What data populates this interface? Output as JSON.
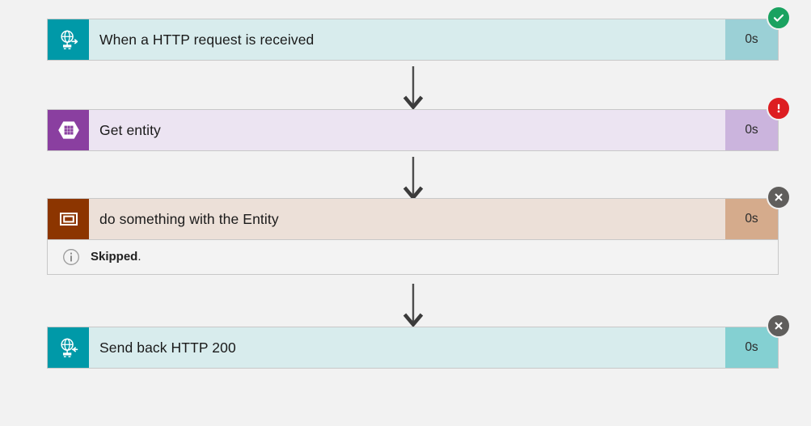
{
  "background_color": "#f2f2f2",
  "workflow": {
    "name": "logic-app-run-history",
    "actions": [
      {
        "id": "when-a-http-request-is-received",
        "title": "When a HTTP request is received",
        "duration": "0s",
        "icon": "http-request-globe-icon",
        "icon_tile_color": "#0099a8",
        "body_color": "#d8eced",
        "duration_color": "#9bd0d6",
        "status": "succeeded",
        "status_icon": "check-circle-icon",
        "status_color": "#1aa260",
        "message": null
      },
      {
        "id": "get-entity",
        "title": "Get entity",
        "duration": "0s",
        "icon": "azure-table-grid-icon",
        "icon_tile_color": "#8a3fa0",
        "body_color": "#ece4f2",
        "duration_color": "#cbb4dd",
        "status": "failed",
        "status_icon": "error-exclamation-icon",
        "status_color": "#dd1d21",
        "message": null
      },
      {
        "id": "do-something-with-the-entity",
        "title": "do something with the Entity",
        "duration": "0s",
        "icon": "compose-rectangle-icon",
        "icon_tile_color": "#8c3500",
        "body_color": "#ece0d8",
        "duration_color": "#d5ab8c",
        "status": "skipped",
        "status_icon": "close-circle-icon",
        "status_color": "#605e5c",
        "message": {
          "icon": "info-circle-icon",
          "bold_text": "Skipped",
          "trailing_text": "."
        }
      },
      {
        "id": "send-back-http-200",
        "title": "Send back HTTP 200",
        "duration": "0s",
        "icon": "http-response-globe-icon",
        "icon_tile_color": "#0099a8",
        "body_color": "#d8eced",
        "duration_color": "#84d0d2",
        "status": "skipped",
        "status_icon": "close-circle-icon",
        "status_color": "#605e5c",
        "message": null
      }
    ],
    "connectors": [
      {
        "id": "connector-1",
        "from": "when-a-http-request-is-received",
        "to": "get-entity"
      },
      {
        "id": "connector-2",
        "from": "get-entity",
        "to": "do-something-with-the-entity"
      },
      {
        "id": "connector-3",
        "from": "do-something-with-the-entity",
        "to": "send-back-http-200"
      }
    ]
  }
}
